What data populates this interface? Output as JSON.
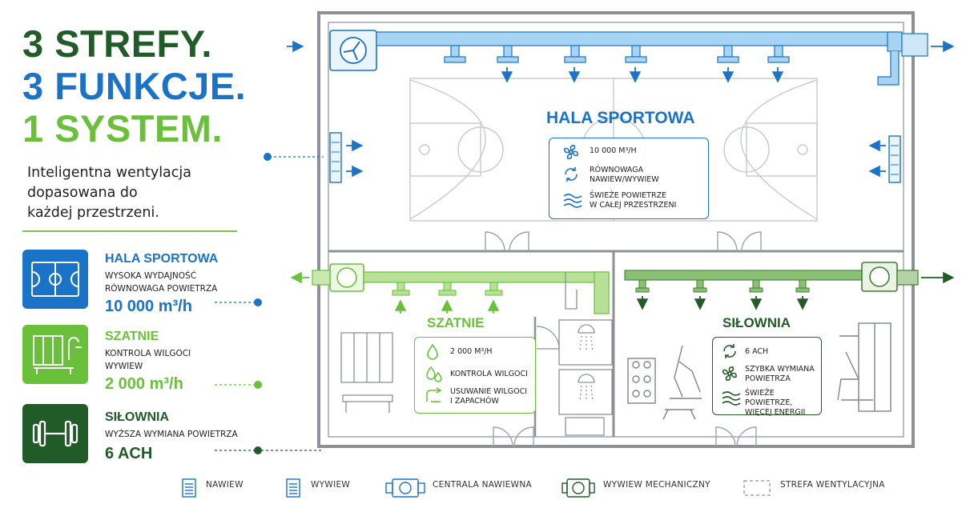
{
  "headline": {
    "line1": "3 STREFY.",
    "line2": "3 FUNKCJE.",
    "line3": "1 SYSTEM."
  },
  "intro": [
    "Inteligentna wentylacja",
    "dopasowana do",
    "każdej przestrzeni."
  ],
  "zones": [
    {
      "title": "HALA SPORTOWA",
      "desc": [
        "WYSOKA WYDAJNOŚĆ",
        "RÓWNOWAGA POWIETRZA"
      ],
      "value": "10 000 m³/h",
      "icon": "sports-court-icon"
    },
    {
      "title": "SZATNIE",
      "desc": [
        "KONTROLA WILGOCI",
        "WYWIEW"
      ],
      "value": "2 000 m³/h",
      "icon": "locker-shower-icon"
    },
    {
      "title": "SIŁOWNIA",
      "desc": [
        "WYŻSZA WYMIANA POWIETRZA"
      ],
      "value": "6 ACH",
      "icon": "dumbbell-icon"
    }
  ],
  "rooms": {
    "hala": {
      "title": "HALA SPORTOWA",
      "items": [
        {
          "icon": "fan-icon",
          "text": [
            "10 000 m³/h"
          ]
        },
        {
          "icon": "balance-cycle-icon",
          "text": [
            "RÓWNOWAGA",
            "NAWIEW/WYWIEW"
          ]
        },
        {
          "icon": "air-waves-icon",
          "text": [
            "ŚWIEŻE POWIETRZE",
            "W CAŁEJ PRZESTRZENI"
          ]
        }
      ]
    },
    "szatnie": {
      "title": "SZATNIE",
      "items": [
        {
          "icon": "droplet-icon",
          "text": [
            "2 000 m³/h"
          ]
        },
        {
          "icon": "droplets-icon",
          "text": [
            "KONTROLA WILGOCI"
          ]
        },
        {
          "icon": "exhaust-arrow-icon",
          "text": [
            "USUWANIE WILGOCI",
            "I ZAPACHÓW"
          ]
        }
      ]
    },
    "silownia": {
      "title": "SIŁOWNIA",
      "items": [
        {
          "icon": "cycle-icon",
          "text": [
            "6 ACH"
          ]
        },
        {
          "icon": "fan-icon",
          "text": [
            "SZYBKA WYMIANA",
            "POWIETRZA"
          ]
        },
        {
          "icon": "air-waves-icon",
          "text": [
            "ŚWIEŻE POWIETRZE,",
            "WIĘCEJ ENERGII"
          ]
        }
      ]
    }
  },
  "legend": [
    {
      "icon": "supply-grille-icon",
      "label": "NAWIEW"
    },
    {
      "icon": "exhaust-grille-icon",
      "label": "WYWIEW"
    },
    {
      "icon": "air-handling-unit-icon",
      "label": "CENTRALA NAWIEWNA"
    },
    {
      "icon": "mechanical-exhaust-icon",
      "label": "WYWIEW MECHANICZNY"
    },
    {
      "icon": "dashed-zone-icon",
      "label": "STREFA WENTYLACYJNA"
    }
  ],
  "colors": {
    "dark_green": "#215c28",
    "blue": "#1a73c6",
    "light_green": "#6abf3b",
    "duct_blue": "#8cc6f0",
    "duct_green": "#9ed46c",
    "duct_dark_green": "#5a9a46",
    "wall": "#8d9196"
  }
}
